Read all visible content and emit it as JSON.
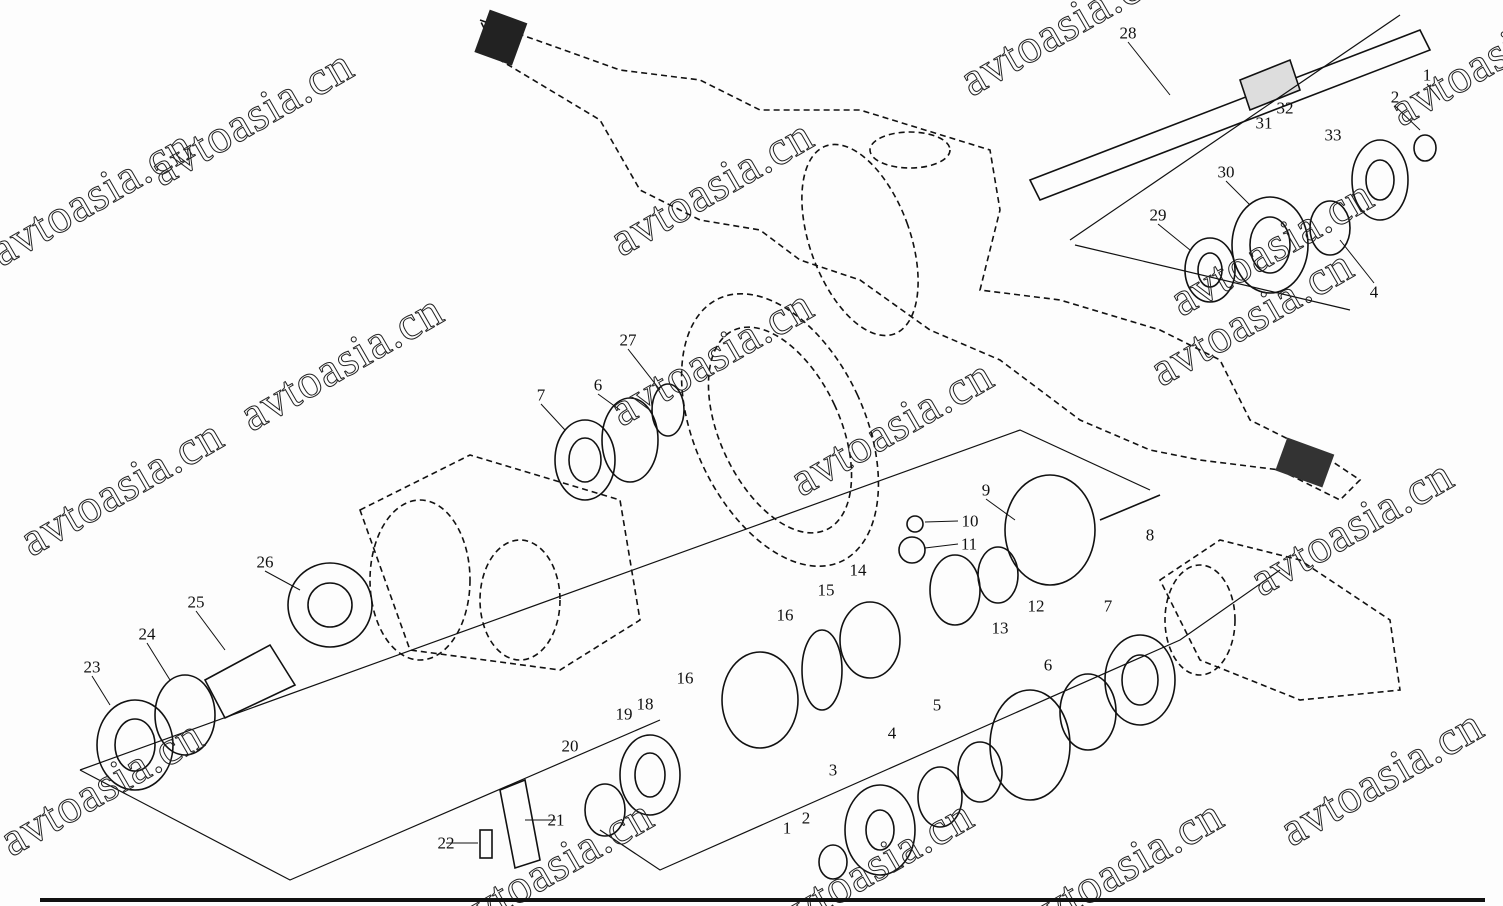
{
  "diagram": {
    "watermark": "avtoasia.cn",
    "part_labels": [
      "28",
      "1",
      "2",
      "32",
      "31",
      "33",
      "30",
      "29",
      "4",
      "27",
      "6",
      "7",
      "9",
      "10",
      "8",
      "11",
      "26",
      "14",
      "15",
      "12",
      "13",
      "16",
      "25",
      "24",
      "23",
      "16",
      "19",
      "18",
      "7",
      "6",
      "5",
      "4",
      "20",
      "3",
      "21",
      "22",
      "2",
      "1"
    ]
  }
}
